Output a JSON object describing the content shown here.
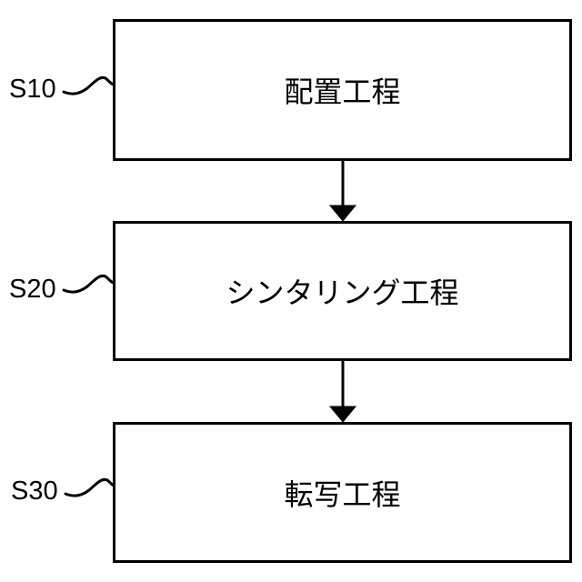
{
  "diagram": {
    "type": "flowchart",
    "direction": "top-down",
    "colors": {
      "background": "#ffffff",
      "line": "#000000",
      "text": "#000000"
    },
    "steps": [
      {
        "id": "S10",
        "label": "配置工程"
      },
      {
        "id": "S20",
        "label": "シンタリング工程"
      },
      {
        "id": "S30",
        "label": "転写工程"
      }
    ],
    "connections": [
      {
        "from": "S10",
        "to": "S20",
        "style": "arrow-down"
      },
      {
        "from": "S20",
        "to": "S30",
        "style": "arrow-down"
      }
    ]
  }
}
